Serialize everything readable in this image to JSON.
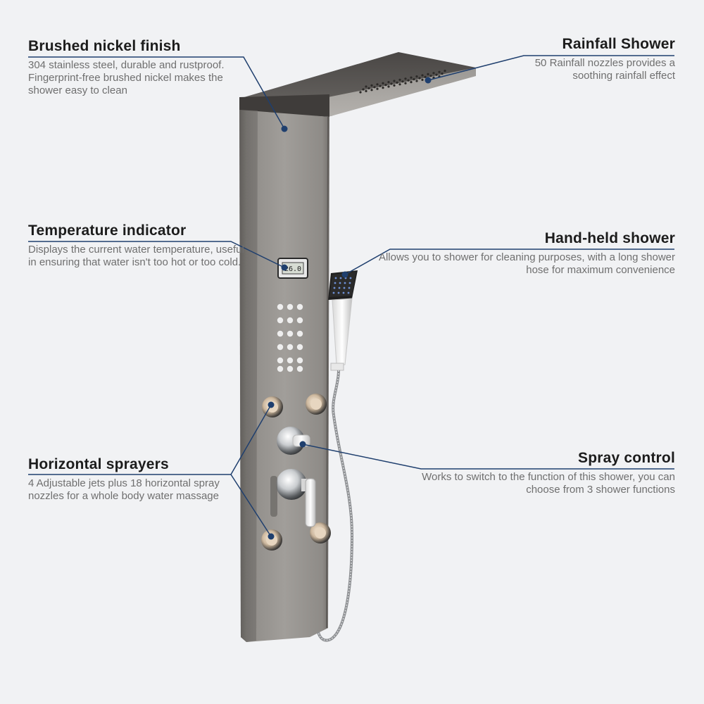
{
  "features": {
    "brushed": {
      "title": "Brushed nickel finish",
      "desc": "304 stainless steel, durable and rustproof. Fingerprint-free brushed nickel makes the shower easy to clean"
    },
    "rainfall": {
      "title": "Rainfall Shower",
      "desc": "50 Rainfall nozzles provides a soothing rainfall effect"
    },
    "temperature": {
      "title": "Temperature indicator",
      "desc": "Displays the current water temperature, useful in ensuring that water isn't too hot or too cold."
    },
    "handheld": {
      "title": "Hand-held shower",
      "desc": "Allows you to shower for cleaning purposes, with a long shower hose for maximum convenience"
    },
    "horizontal": {
      "title": "Horizontal sprayers",
      "desc": "4 Adjustable jets plus 18 horizontal spray nozzles for a whole body water massage"
    },
    "spray": {
      "title": "Spray control",
      "desc": "Works to switch to the function of this shower, you can choose from 3 shower functions"
    }
  },
  "display": {
    "reading": "26.0"
  },
  "colors": {
    "accent_line": "#1f3f6e",
    "background": "#f1f2f4",
    "panel": "#8d8a86"
  }
}
